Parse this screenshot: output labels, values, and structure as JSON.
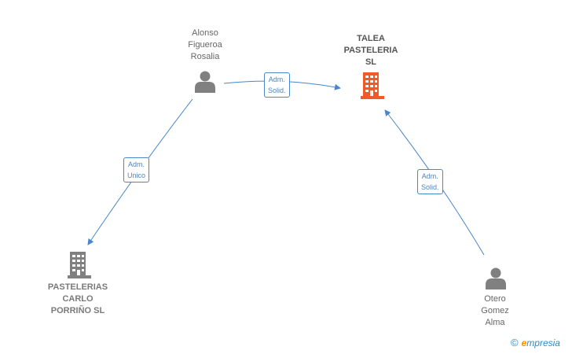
{
  "nodes": {
    "alonso": {
      "lines": [
        "Alonso",
        "Figueroa",
        "Rosalia"
      ],
      "type": "person"
    },
    "talea": {
      "lines": [
        "TALEA",
        "PASTELERIA",
        "SL"
      ],
      "type": "company",
      "focus": true
    },
    "pastelerias": {
      "lines": [
        "PASTELERIAS",
        "CARLO",
        "PORRIÑO  SL"
      ],
      "type": "company"
    },
    "otero": {
      "lines": [
        "Otero",
        "Gomez",
        "Alma"
      ],
      "type": "person"
    }
  },
  "edges": {
    "alonso_talea": {
      "lines": [
        "Adm.",
        "Solid."
      ]
    },
    "alonso_pastelerias": {
      "lines": [
        "Adm.",
        "Unico"
      ]
    },
    "otero_talea": {
      "lines": [
        "Adm.",
        "Solid."
      ]
    }
  },
  "brand": {
    "copyright": "©",
    "first_letter": "e",
    "rest": "mpresia"
  },
  "colors": {
    "edge": "#4a86c8",
    "person_icon": "#808080",
    "company_icon": "#808080",
    "focus_company_icon": "#f05a28"
  }
}
